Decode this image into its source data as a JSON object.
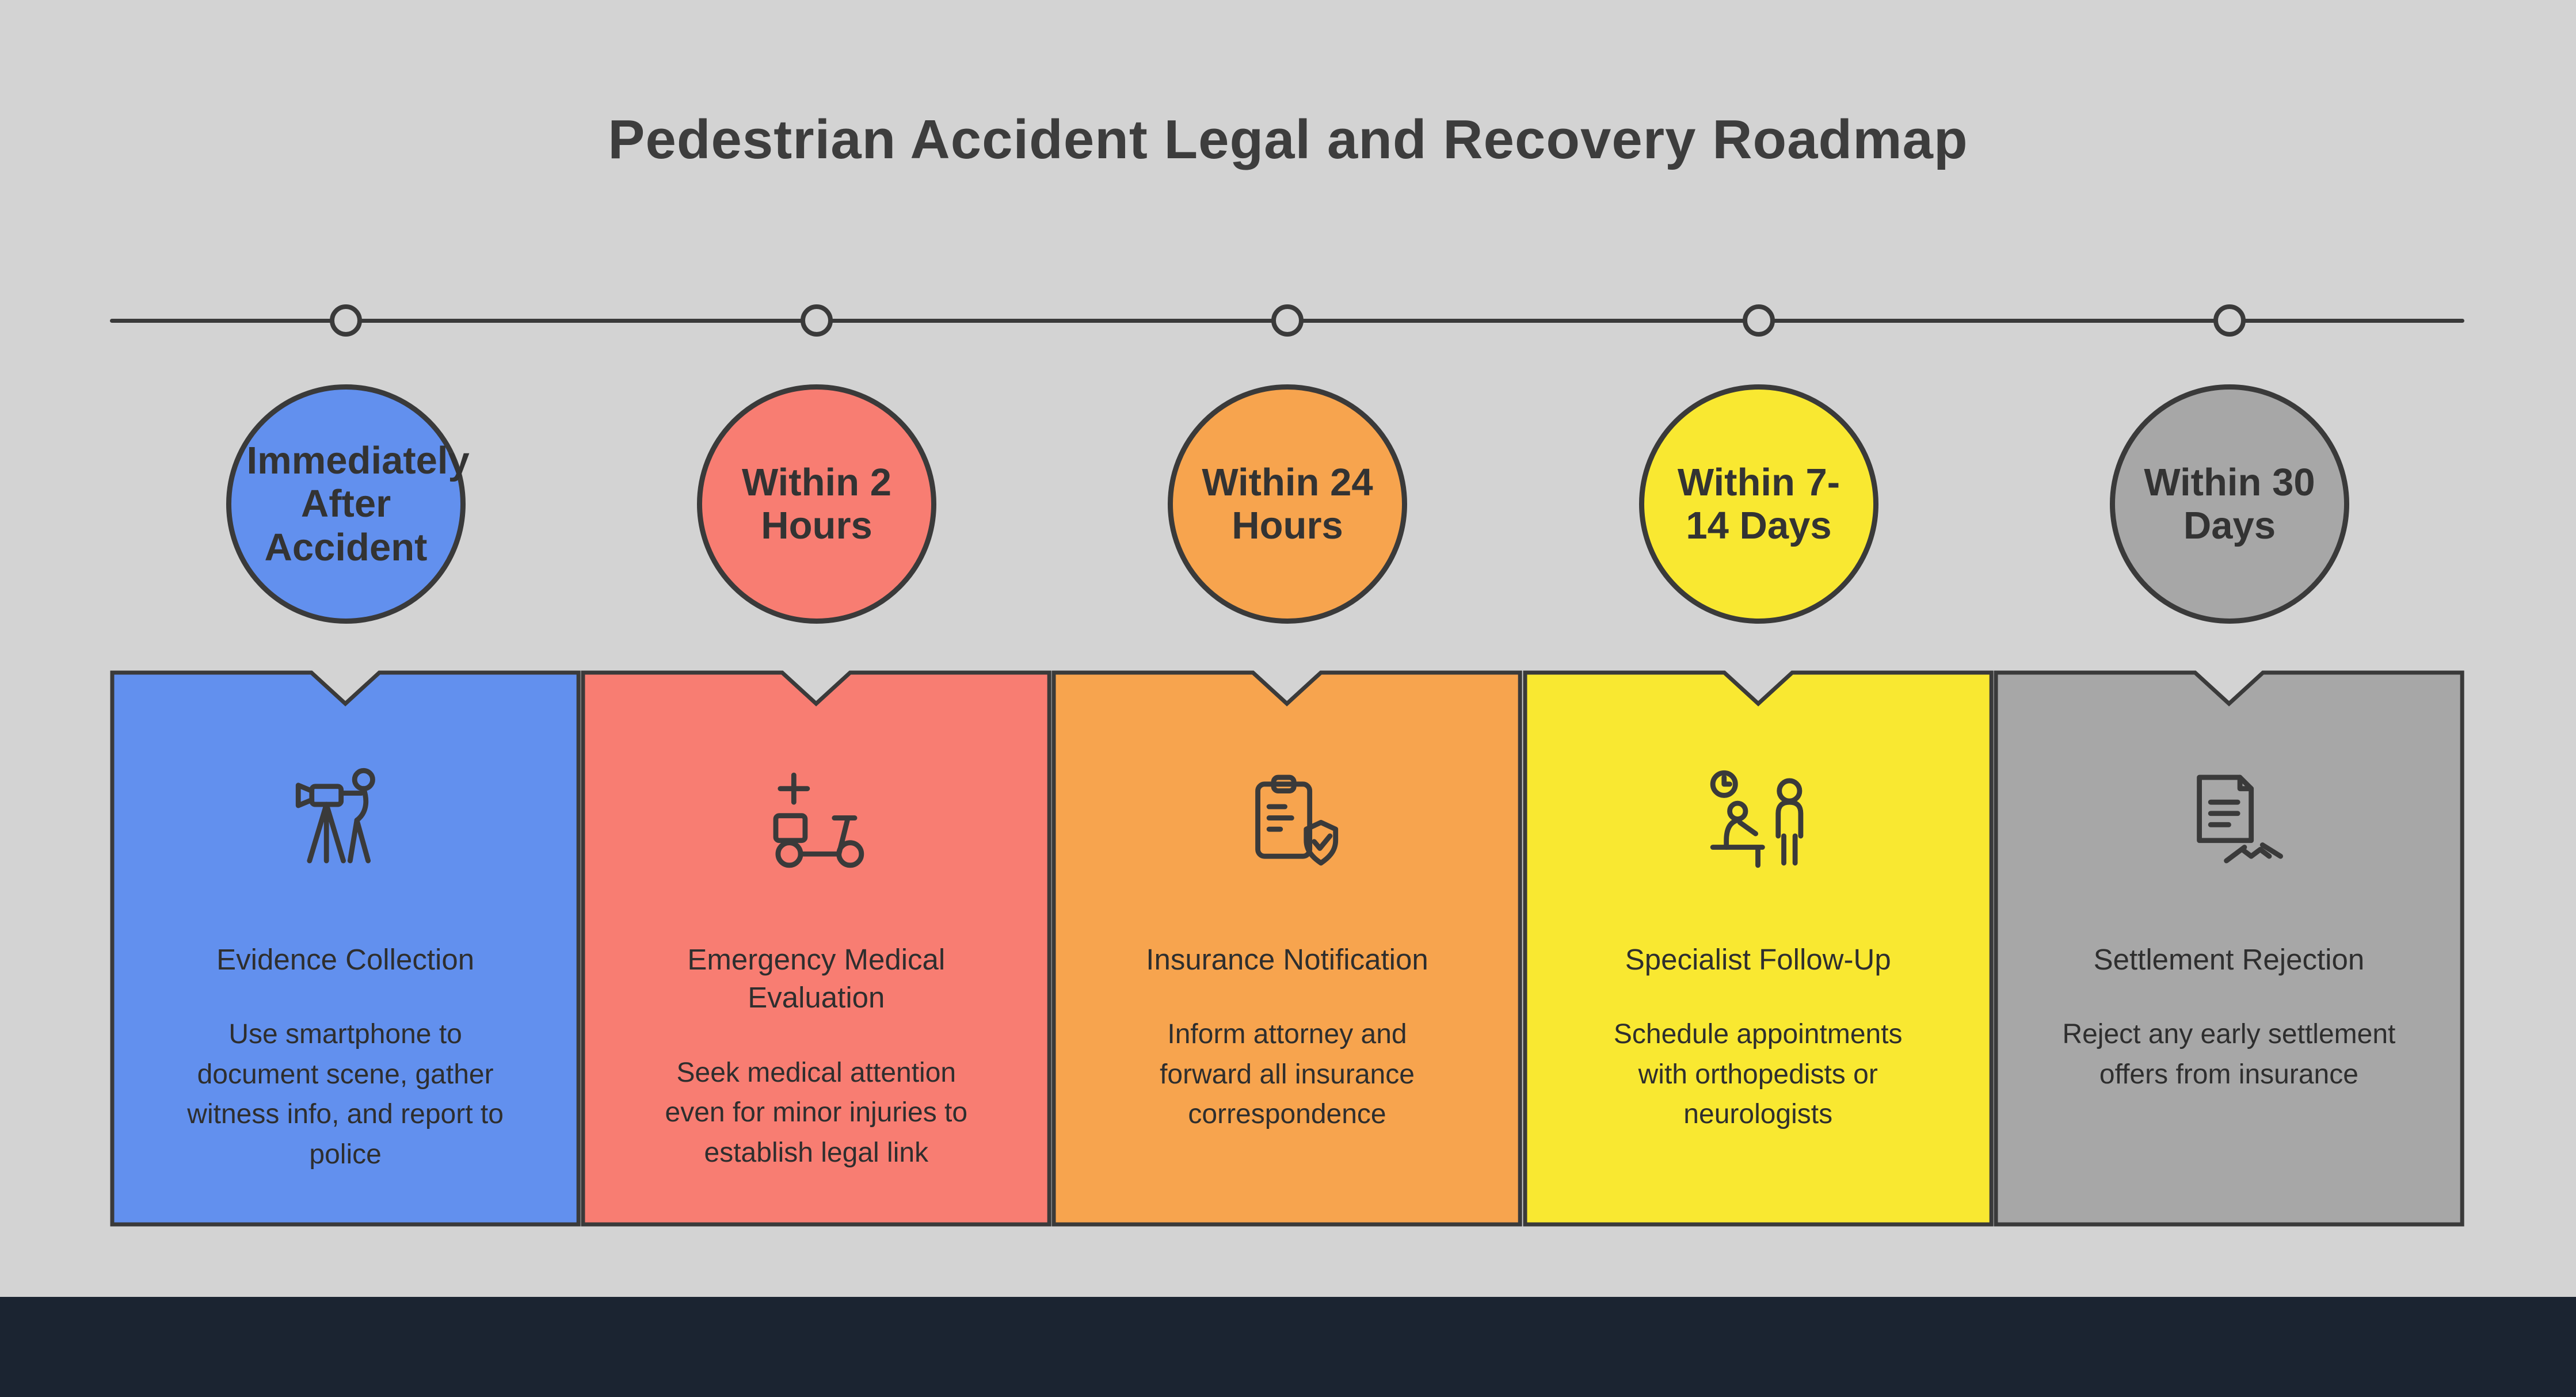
{
  "title": "Pedestrian Accident Legal and Recovery Roadmap",
  "colors": {
    "background": "#d3d3d3",
    "footer_bar": "#1b2431",
    "stroke": "#3a3a3a",
    "stage_blue": "#6290ee",
    "stage_coral": "#f87d72",
    "stage_orange": "#f7a44e",
    "stage_yellow": "#f9e831",
    "stage_gray": "#a7a7a7"
  },
  "stages": [
    {
      "time": "Immediately After Accident",
      "icon": "camera-tripod-icon",
      "heading": "Evidence Collection",
      "description": "Use smartphone to document scene, gather witness info, and report to police",
      "color": "#6290ee"
    },
    {
      "time": "Within 2 Hours",
      "icon": "medical-scooter-icon",
      "heading": "Emergency Medical Evaluation",
      "description": "Seek medical attention even for minor injuries to establish legal link",
      "color": "#f87d72"
    },
    {
      "time": "Within 24 Hours",
      "icon": "insurance-clipboard-icon",
      "heading": "Insurance Notification",
      "description": "Inform attorney and forward all insurance correspondence",
      "color": "#f7a44e"
    },
    {
      "time": "Within 7-14 Days",
      "icon": "specialist-appointment-icon",
      "heading": "Specialist Follow-Up",
      "description": "Schedule appointments with orthopedists or neurologists",
      "color": "#f9e831"
    },
    {
      "time": "Within 30 Days",
      "icon": "settlement-handshake-icon",
      "heading": "Settlement Rejection",
      "description": "Reject any early settlement offers from insurance",
      "color": "#a7a7a7"
    }
  ]
}
